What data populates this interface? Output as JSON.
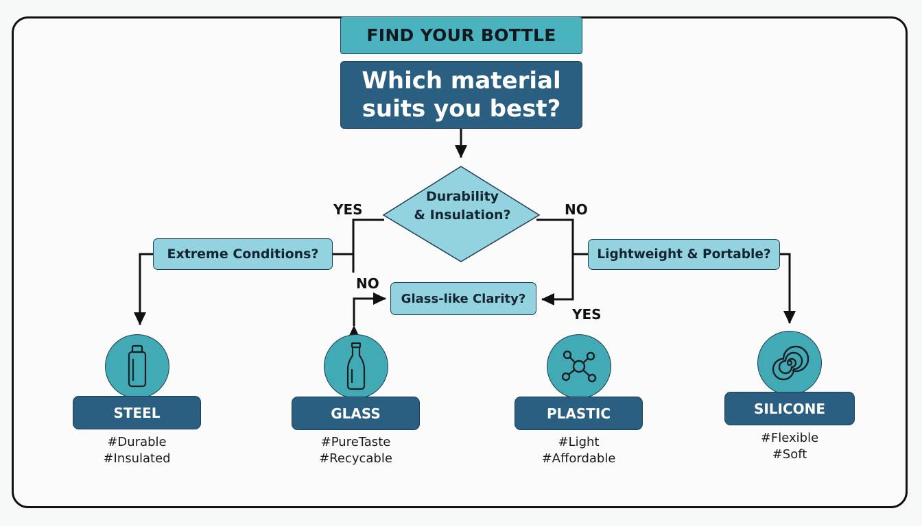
{
  "header": {
    "tag": "FIND YOUR BOTTLE",
    "question_line1": "Which material",
    "question_line2": "suits you best?"
  },
  "decisions": {
    "durability": {
      "line1": "Durability",
      "line2": "& Insulation?"
    },
    "extreme": "Extreme Conditions?",
    "lightweight": "Lightweight & Portable?",
    "clarity": "Glass-like Clarity?"
  },
  "branch_labels": {
    "durability_yes": "YES",
    "durability_no": "NO",
    "extreme_no": "NO",
    "clarity_yes": "YES"
  },
  "materials": [
    {
      "name": "STEEL",
      "icon": "thermos-bottle-icon",
      "tags": [
        "#Durable",
        "#Insulated"
      ]
    },
    {
      "name": "GLASS",
      "icon": "glass-bottle-icon",
      "tags": [
        "#PureTaste",
        "#Recycable"
      ]
    },
    {
      "name": "PLASTIC",
      "icon": "molecule-icon",
      "tags": [
        "#Light",
        "#Affordable"
      ]
    },
    {
      "name": "SILICONE",
      "icon": "spiral-icon",
      "tags": [
        "#Flexible",
        "#Soft"
      ]
    }
  ],
  "colors": {
    "header_tag": "#4bb3c0",
    "question_box": "#2b5f82",
    "decision_fill": "#92d3df",
    "icon_circle": "#42aab5",
    "material_label": "#2b5f82"
  }
}
